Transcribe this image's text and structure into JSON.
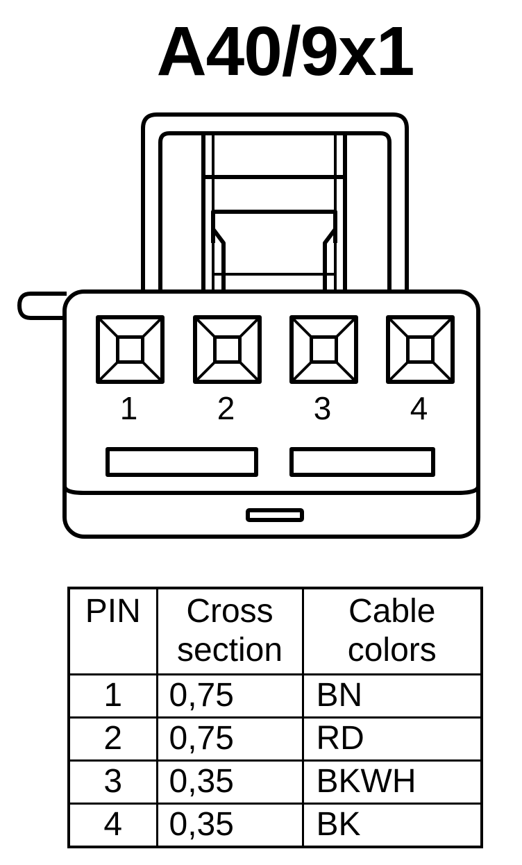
{
  "title": "A40/9x1",
  "connector": {
    "pin_labels": [
      "1",
      "2",
      "3",
      "4"
    ]
  },
  "table": {
    "headers": [
      [
        "PIN"
      ],
      [
        "Cross",
        "section"
      ],
      [
        "Cable",
        "colors"
      ]
    ],
    "rows": [
      {
        "pin": "1",
        "cross_section": "0,75",
        "color": "BN"
      },
      {
        "pin": "2",
        "cross_section": "0,75",
        "color": "RD"
      },
      {
        "pin": "3",
        "cross_section": "0,35",
        "color": "BKWH"
      },
      {
        "pin": "4",
        "cross_section": "0,35",
        "color": "BK"
      }
    ]
  }
}
